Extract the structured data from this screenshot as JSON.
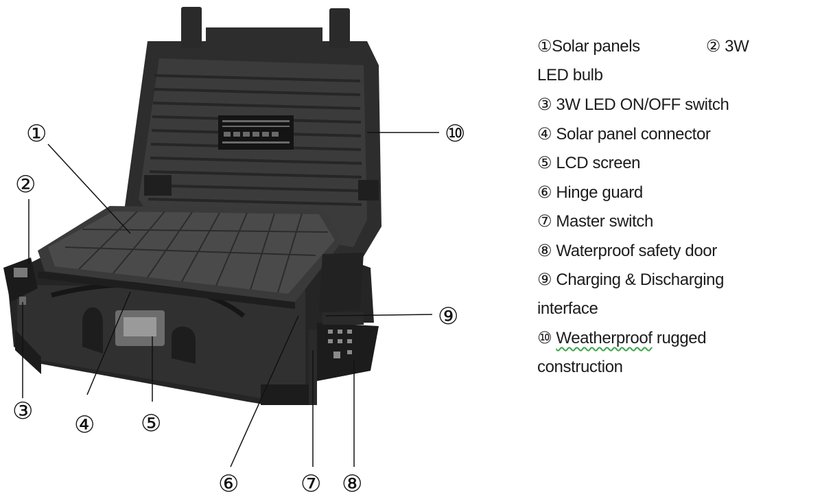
{
  "callouts": [
    "①",
    "②",
    "③",
    "④",
    "⑤",
    "⑥",
    "⑦",
    "⑧",
    "⑨",
    "⑩"
  ],
  "legend": {
    "l1_num": "①",
    "l1_text": "Solar panels",
    "l1b_num": "②",
    "l1b_text": "3W",
    "l2_text": "LED bulb",
    "l3_num": "③",
    "l3_text": "3W LED ON/OFF switch",
    "l4_num": "④",
    "l4_text": "Solar panel connector",
    "l5_num": "⑤",
    "l5_text": "LCD screen",
    "l6_num": "⑥",
    "l6_text": "Hinge guard",
    "l7_num": "⑦",
    "l7_text": "Master switch",
    "l8_num": "⑧",
    "l8_text": "Waterproof safety door",
    "l9_num": "⑨",
    "l9_text": "Charging & Discharging",
    "l10_text": "interface",
    "l11_num": "⑩",
    "l11_word": "Weatherproof",
    "l11_rest": " rugged",
    "l12_text": "construction"
  },
  "colors": {
    "case": "#2b2b2b",
    "panel": "#3a3a3a",
    "line": "#1a1a1a",
    "squiggle": "#3aa64a"
  }
}
